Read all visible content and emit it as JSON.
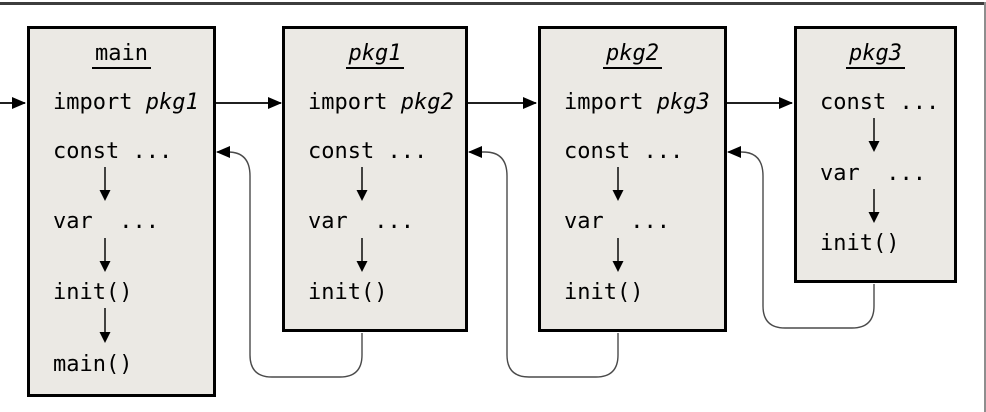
{
  "diagram": {
    "description": "Package initialization order diagram",
    "colors": {
      "box_fill": "#ebe9e4",
      "box_border": "#000000",
      "flow_arrow": "#000000",
      "return_arrow": "#4a4a4a",
      "frame_top_line": "#3d3d3d",
      "frame_right_line": "#8e8e8e",
      "text": "#000000"
    },
    "boxes": [
      {
        "title": "main",
        "rows": [
          {
            "keyword": "import ",
            "arg": "pkg1"
          },
          {
            "label": "const ..."
          },
          {
            "label": "var  ..."
          },
          {
            "label": "init()"
          },
          {
            "label": "main()"
          }
        ]
      },
      {
        "title": "pkg1",
        "rows": [
          {
            "keyword": "import ",
            "arg": "pkg2"
          },
          {
            "label": "const ..."
          },
          {
            "label": "var  ..."
          },
          {
            "label": "init()"
          }
        ]
      },
      {
        "title": "pkg2",
        "rows": [
          {
            "keyword": "import ",
            "arg": "pkg3"
          },
          {
            "label": "const ..."
          },
          {
            "label": "var  ..."
          },
          {
            "label": "init()"
          }
        ]
      },
      {
        "title": "pkg3",
        "rows": [
          {
            "label": "const ..."
          },
          {
            "label": "var  ..."
          },
          {
            "label": "init()"
          }
        ]
      }
    ]
  }
}
